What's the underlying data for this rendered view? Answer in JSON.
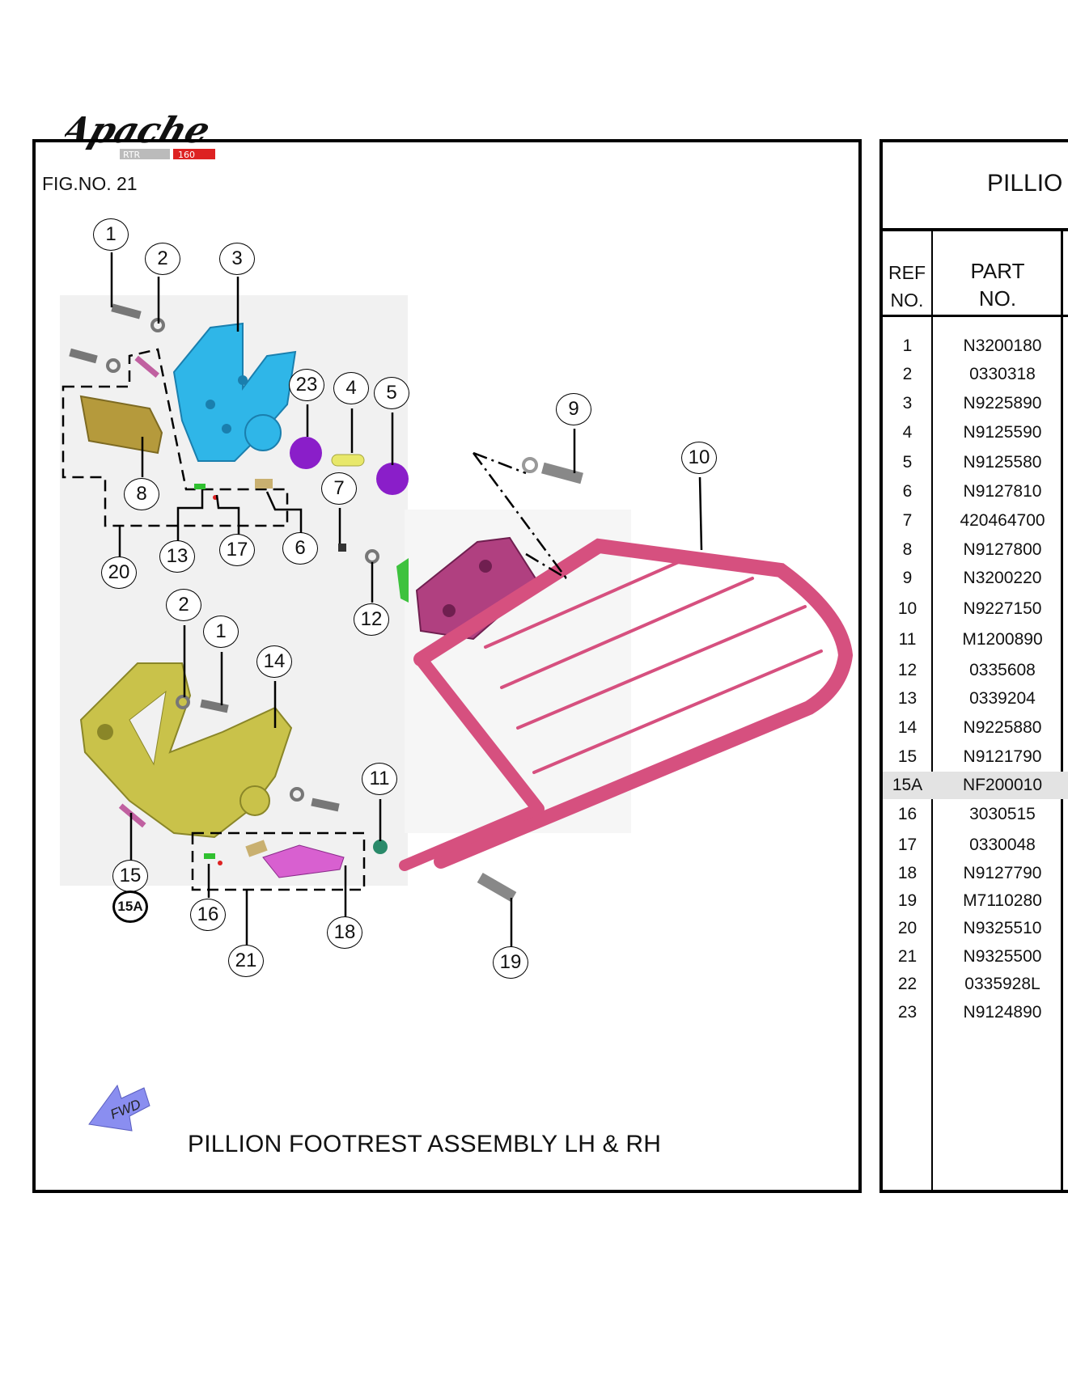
{
  "logo": {
    "brand": "Apache",
    "model": "RTR 160"
  },
  "figure": {
    "fig_no": "FIG.NO. 21",
    "title": "PILLION FOOTREST ASSEMBLY LH & RH",
    "fwd_label": "FWD",
    "callouts": [
      "1",
      "2",
      "3",
      "23",
      "4",
      "5",
      "9",
      "10",
      "8",
      "7",
      "6",
      "13",
      "17",
      "20",
      "12",
      "2",
      "1",
      "14",
      "11",
      "15",
      "15A",
      "16",
      "18",
      "21",
      "19"
    ]
  },
  "colors": {
    "bracket_lh": "#2fb6e8",
    "bracket_rh": "#c9c24a",
    "rail": "#d6507f",
    "step": "#b59a3c",
    "rubber": "#8a1ec9",
    "arrow": "#8a8ef0"
  },
  "table": {
    "title": "PILLIO",
    "headers": {
      "ref": [
        "REF",
        "NO."
      ],
      "part": [
        "PART",
        "NO."
      ]
    },
    "rows": [
      {
        "ref": "1",
        "part": "N3200180"
      },
      {
        "ref": "2",
        "part": "0330318"
      },
      {
        "ref": "3",
        "part": "N9225890"
      },
      {
        "ref": "4",
        "part": "N9125590"
      },
      {
        "ref": "5",
        "part": "N9125580"
      },
      {
        "ref": "6",
        "part": "N9127810"
      },
      {
        "ref": "7",
        "part": "420464700"
      },
      {
        "ref": "8",
        "part": "N9127800"
      },
      {
        "ref": "9",
        "part": "N3200220"
      },
      {
        "ref": "10",
        "part": "N9227150"
      },
      {
        "ref": "11",
        "part": "M1200890"
      },
      {
        "ref": "12",
        "part": "0335608"
      },
      {
        "ref": "13",
        "part": "0339204"
      },
      {
        "ref": "14",
        "part": "N9225880"
      },
      {
        "ref": "15",
        "part": "N9121790"
      },
      {
        "ref": "15A",
        "part": "NF200010",
        "highlight": true
      },
      {
        "ref": "16",
        "part": "3030515"
      },
      {
        "ref": "17",
        "part": "0330048"
      },
      {
        "ref": "18",
        "part": "N9127790"
      },
      {
        "ref": "19",
        "part": "M7110280"
      },
      {
        "ref": "20",
        "part": "N9325510"
      },
      {
        "ref": "21",
        "part": "N9325500"
      },
      {
        "ref": "22",
        "part": "0335928L"
      },
      {
        "ref": "23",
        "part": "N9124890"
      }
    ]
  }
}
